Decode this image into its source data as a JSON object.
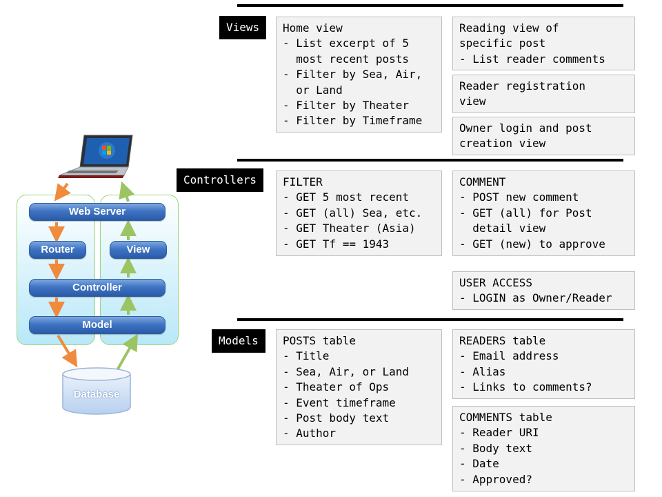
{
  "diagram": {
    "web_server": "Web Server",
    "router": "Router",
    "view": "View",
    "controller": "Controller",
    "model": "Model",
    "database": "Database",
    "colors": {
      "down_arrow": "#f08a3c",
      "up_arrow": "#9bc463",
      "pill": "#3f74c3",
      "panel_border": "#9bd57a"
    }
  },
  "sections": {
    "views": {
      "label": "Views",
      "home": {
        "title": "Home view",
        "items": [
          "List excerpt of 5\nmost recent posts",
          "Filter by Sea, Air,\nor Land",
          "Filter by Theater",
          "Filter by Timeframe"
        ]
      },
      "reading": {
        "title": "Reading view of\nspecific post",
        "items": [
          "List reader comments"
        ]
      },
      "registration": {
        "title": "Reader registration\nview"
      },
      "owner": {
        "title": "Owner login and post\ncreation view"
      }
    },
    "controllers": {
      "label": "Controllers",
      "filter": {
        "title": "FILTER",
        "items": [
          "GET 5 most recent",
          "GET (all) Sea, etc.",
          "GET Theater (Asia)",
          "GET Tf == 1943"
        ]
      },
      "comment": {
        "title": "COMMENT",
        "items": [
          "POST new comment",
          "GET (all) for Post\ndetail view",
          "GET (new) to approve"
        ]
      },
      "user_access": {
        "title": "USER ACCESS",
        "items": [
          "LOGIN as Owner/Reader"
        ]
      }
    },
    "models": {
      "label": "Models",
      "posts": {
        "title": "POSTS table",
        "items": [
          "Title",
          "Sea, Air, or Land",
          "Theater of Ops",
          "Event timeframe",
          "Post body text",
          "Author"
        ]
      },
      "readers": {
        "title": "READERS table",
        "items": [
          "Email address",
          "Alias",
          "Links to comments?"
        ]
      },
      "comments": {
        "title": "COMMENTS table",
        "items": [
          "Reader URI",
          "Body text",
          "Date",
          "Approved?"
        ]
      }
    }
  }
}
